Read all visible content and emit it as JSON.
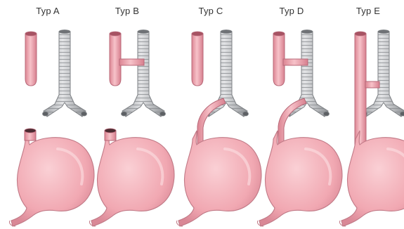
{
  "panels": [
    {
      "label": "Typ A"
    },
    {
      "label": "Typ B"
    },
    {
      "label": "Typ C"
    },
    {
      "label": "Typ D"
    },
    {
      "label": "Typ E"
    }
  ],
  "colors": {
    "esophagus_fill": "#f2aab3",
    "esophagus_stroke": "#b86878",
    "trachea_fill": "#c9cbcd",
    "trachea_stroke": "#7d8084",
    "stomach_fill": "#f4b2ba",
    "stomach_stroke": "#c07986",
    "label_text": "#333333"
  }
}
